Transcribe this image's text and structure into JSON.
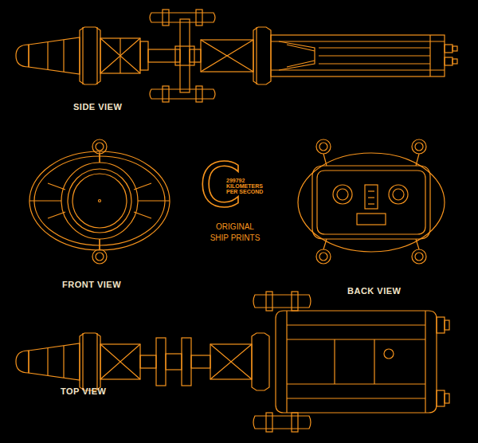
{
  "diagram": {
    "labels": [
      "SIDE VIEW",
      "C",
      "299792 KILOMETERS PER SECOND",
      "ORIGINAL SHIP PRINTS",
      "FRONT VIEW",
      "BACK VIEW",
      "TOP VIEW"
    ]
  }
}
